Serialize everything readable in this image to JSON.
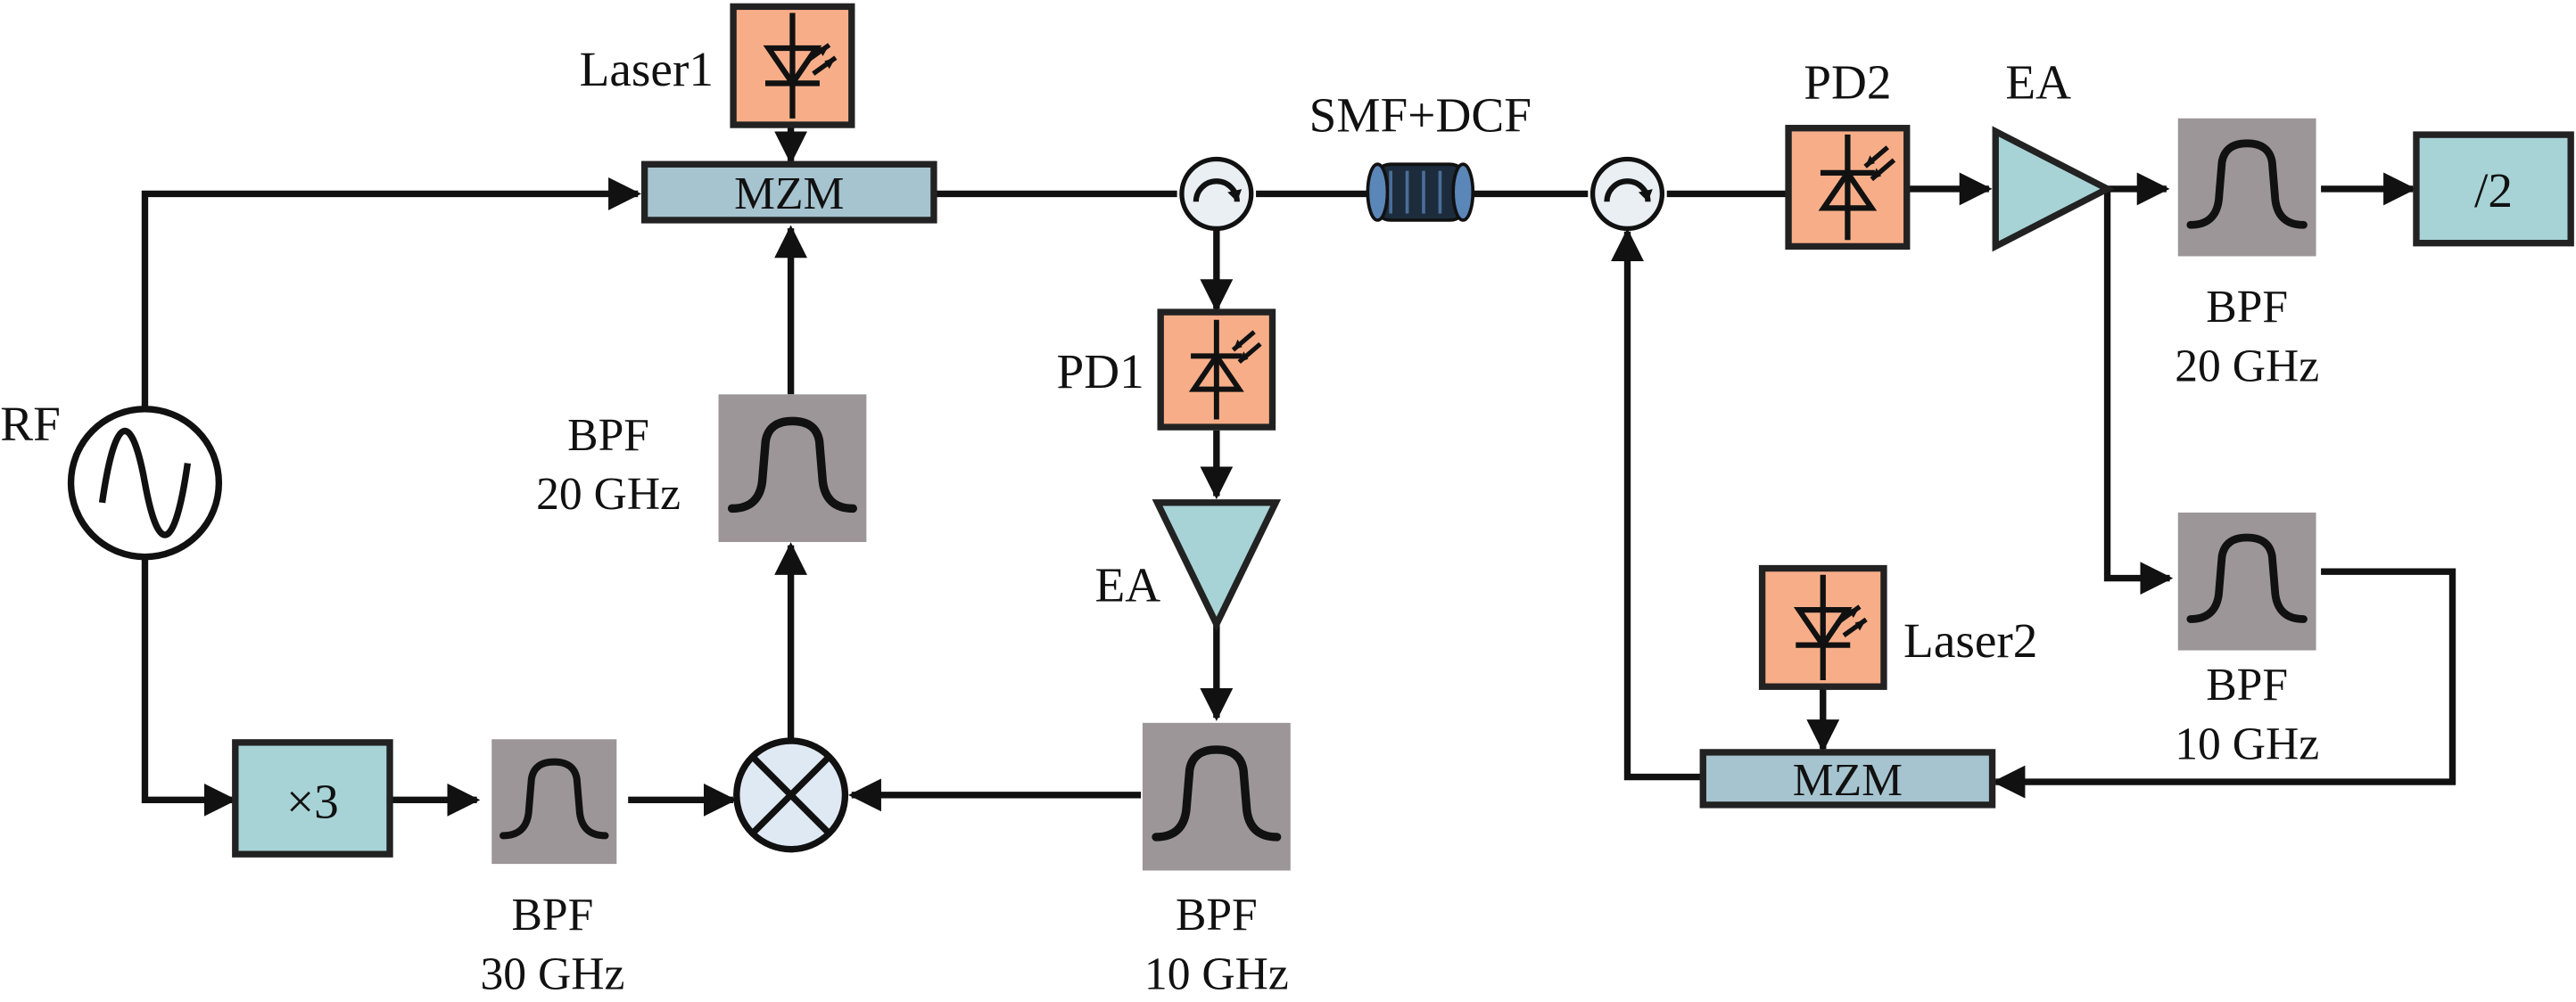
{
  "labels": {
    "laser1": "Laser1",
    "laser2": "Laser2",
    "mzm_top": "MZM",
    "mzm_bottom": "MZM",
    "fiber": "SMF+DCF",
    "pd1": "PD1",
    "pd2": "PD2",
    "ea_left": "EA",
    "ea_right": "EA",
    "rf": "RF",
    "tripler": "×3",
    "divider": "/2",
    "bpf_30_name": "BPF",
    "bpf_30_freq": "30 GHz",
    "bpf_20_left_name": "BPF",
    "bpf_20_left_freq": "20 GHz",
    "bpf_10_mid_name": "BPF",
    "bpf_10_mid_freq": "10 GHz",
    "bpf_20_right_name": "BPF",
    "bpf_20_right_freq": "20 GHz",
    "bpf_10_right_name": "BPF",
    "bpf_10_right_freq": "10 GHz"
  },
  "colors": {
    "laser_fill": "#f7ae88",
    "mzm_fill": "#a6c4cf",
    "filter_fill": "#9c9698",
    "amplifier_fill": "#a7d3d6"
  }
}
